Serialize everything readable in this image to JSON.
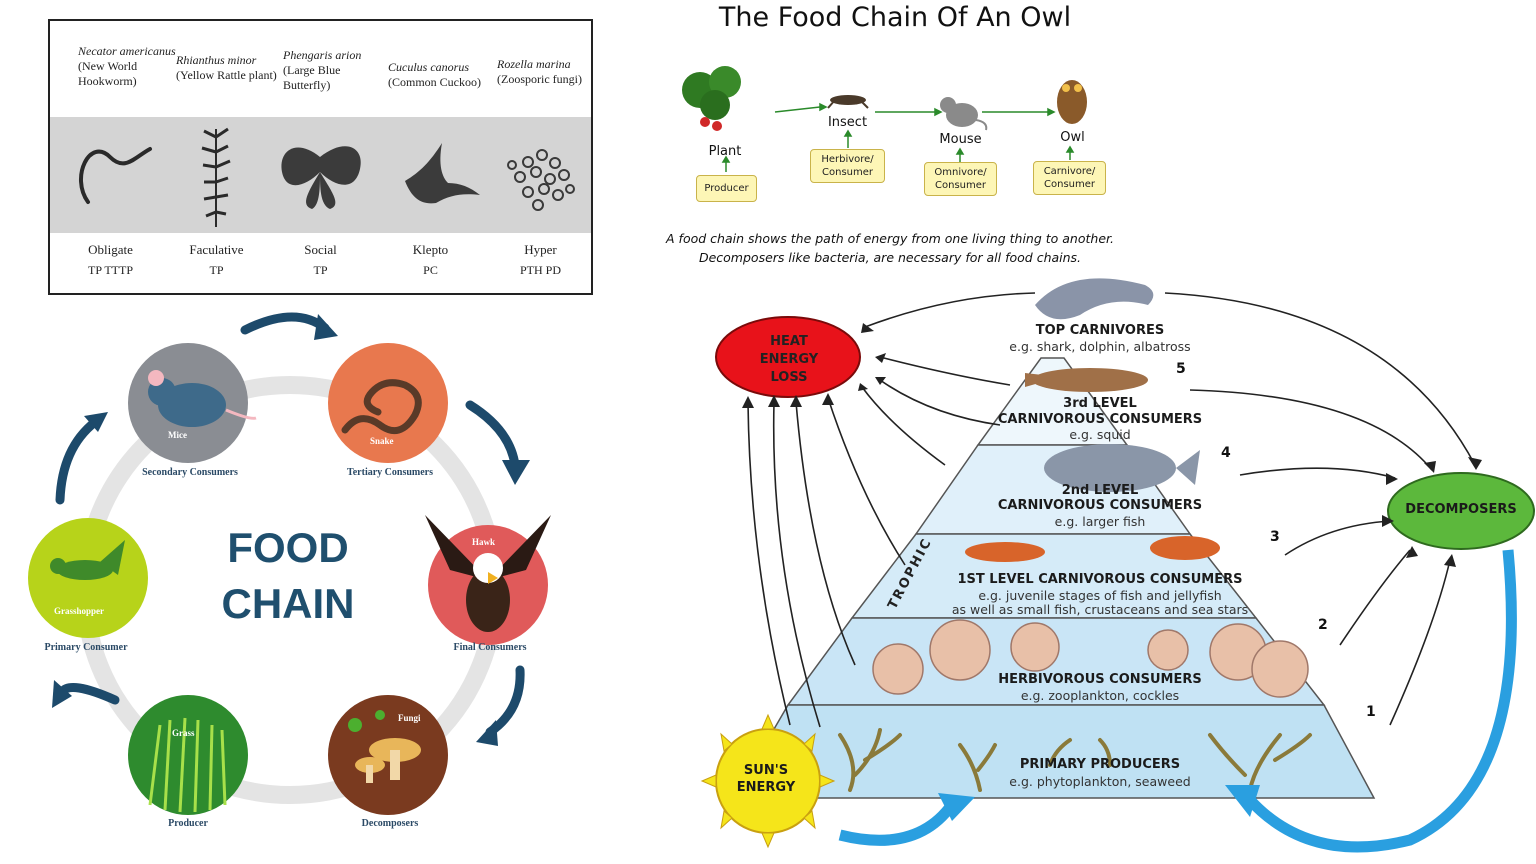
{
  "parasite_table": {
    "columns": [
      {
        "sci": "Necator americanus",
        "common": "(New World Hookworm)",
        "type": "Obligate",
        "codes": "TP    TTTP",
        "icon": "worm-icon"
      },
      {
        "sci": "Rhianthus minor",
        "common": "(Yellow Rattle plant)",
        "type": "Faculative",
        "codes": "TP",
        "icon": "plant-icon"
      },
      {
        "sci": "Phengaris arion",
        "common": "(Large Blue Butterfly)",
        "type": "Social",
        "codes": "TP",
        "icon": "butterfly-icon"
      },
      {
        "sci": "Cuculus canorus",
        "common": "(Common Cuckoo)",
        "type": "Klepto",
        "codes": "PC",
        "icon": "bird-icon"
      },
      {
        "sci": "Rozella marina",
        "common": "(Zoosporic fungi)",
        "type": "Hyper",
        "codes": "PTH   PD",
        "icon": "fungi-icon"
      }
    ]
  },
  "food_chain_cycle": {
    "title_line1": "FOOD",
    "title_line2": "CHAIN",
    "title_color": "#1f4f6e",
    "arrow_color": "#1d4a6b",
    "nodes": [
      {
        "tag": "Mice",
        "label": "Secondary Consumers",
        "color": "#8a8d93",
        "icon": "mouse-icon"
      },
      {
        "tag": "Snake",
        "label": "Tertiary Consumers",
        "color": "#e8784e",
        "icon": "snake-icon"
      },
      {
        "tag": "Hawk",
        "label": "Final Consumers",
        "color": "#e05a5a",
        "icon": "eagle-icon"
      },
      {
        "tag": "Fungi",
        "label": "Decomposers",
        "color": "#7a3a1f",
        "icon": "mushroom-icon"
      },
      {
        "tag": "Grass",
        "label": "Producer",
        "color": "#2e8b2e",
        "icon": "grass-icon"
      },
      {
        "tag": "Grasshopper",
        "label": "Primary Consumer",
        "color": "#b7d31a",
        "icon": "grasshopper-icon"
      }
    ]
  },
  "owl_chain": {
    "title": "The Food Chain Of An Owl",
    "items": [
      {
        "name": "Plant",
        "role": "Producer",
        "icon": "plant-icon"
      },
      {
        "name": "Insect",
        "role": "Herbivore/ Consumer",
        "icon": "insect-icon"
      },
      {
        "name": "Mouse",
        "role": "Omnivore/ Consumer",
        "icon": "mouse-icon"
      },
      {
        "name": "Owl",
        "role": "Carnivore/ Consumer",
        "icon": "owl-icon"
      }
    ],
    "caption_line1": "A food chain shows the path of energy from one living thing to another.",
    "caption_line2": "Decomposers like bacteria, are necessary for all food chains."
  },
  "pyramid": {
    "heat_loss": [
      "HEAT",
      "ENERGY",
      "LOSS"
    ],
    "decomposers": "DECOMPOSERS",
    "sun": [
      "SUN'S",
      "ENERGY"
    ],
    "trophic": "TROPHIC",
    "levels": [
      {
        "num": "5",
        "title": "TOP CARNIVORES",
        "example": "e.g. shark, dolphin, albatross"
      },
      {
        "num": "4",
        "title_line1": "3rd LEVEL",
        "title": "CARNIVOROUS CONSUMERS",
        "example": "e.g. squid"
      },
      {
        "num": "3",
        "title_line1": "2nd LEVEL",
        "title": "CARNIVOROUS CONSUMERS",
        "example": "e.g. larger fish"
      },
      {
        "num": "2",
        "title": "1ST LEVEL CARNIVOROUS CONSUMERS",
        "example": "e.g. juvenile stages of fish and jellyfish",
        "example2": "as well as small fish, crustaceans and sea stars"
      },
      {
        "num": "1",
        "title": "HERBIVOROUS CONSUMERS",
        "example": "e.g. zooplankton, cockles"
      },
      {
        "num": "",
        "title": "PRIMARY PRODUCERS",
        "example": "e.g. phytoplankton, seaweed"
      }
    ],
    "colors": {
      "heat": "#e8121a",
      "decomposers": "#5cb83c",
      "sun": "#f5e51a",
      "water": "#bfe1f3",
      "flow_arrow": "#2a9fe0"
    }
  }
}
